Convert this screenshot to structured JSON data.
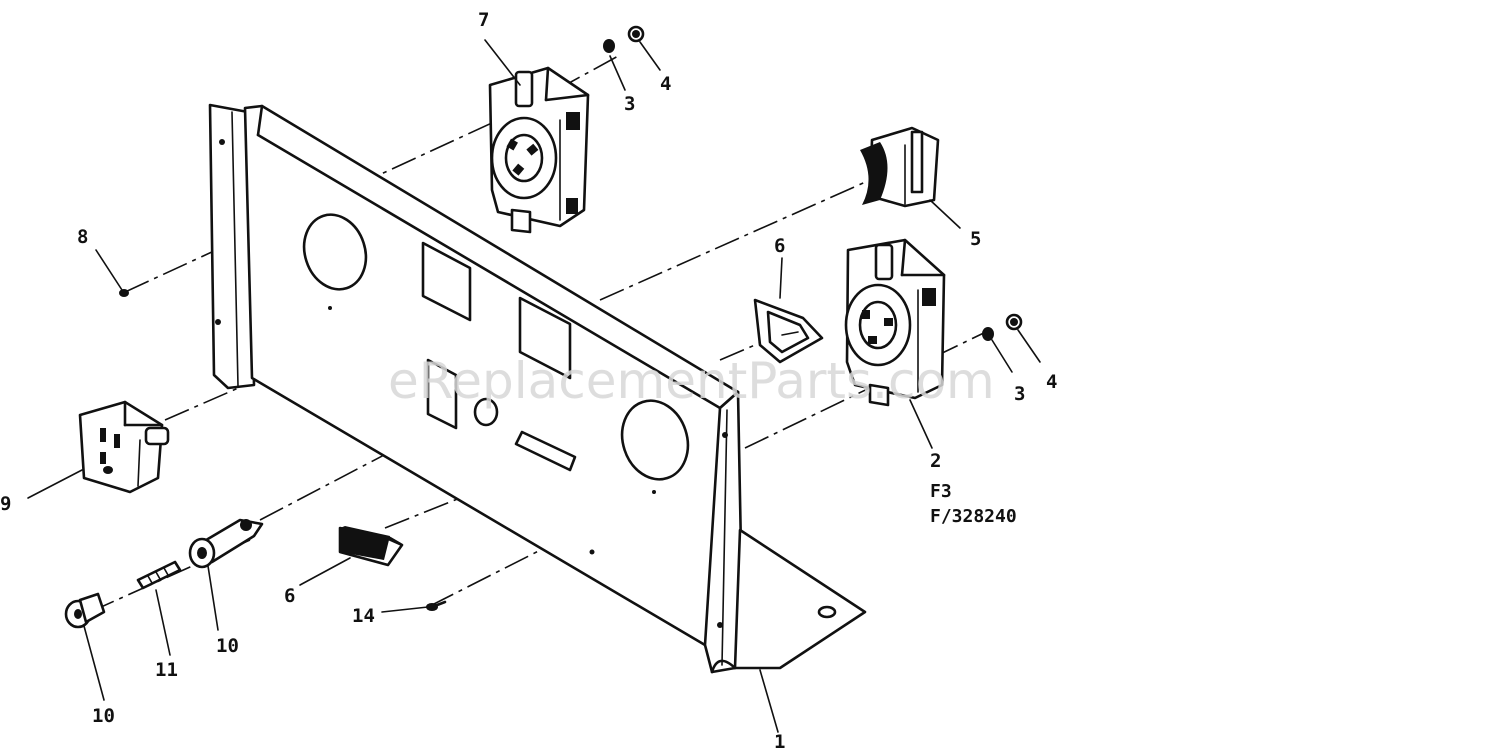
{
  "labels": {
    "p1": "1",
    "p2": "2",
    "p3a": "3",
    "p3b": "3",
    "p4a": "4",
    "p4b": "4",
    "p5": "5",
    "p6a": "6",
    "p6b": "6",
    "p7": "7",
    "p8": "8",
    "p9": "9",
    "p10a": "10",
    "p10b": "10",
    "p11": "11",
    "p14": "14"
  },
  "note": {
    "line1": "F3",
    "line2": "F/328240"
  },
  "watermark": "eReplacementParts.com"
}
